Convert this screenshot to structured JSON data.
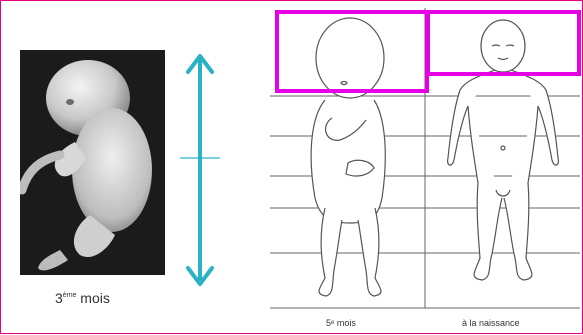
{
  "left_caption": {
    "prefix": "3",
    "sup": "ème",
    "suffix": " mois"
  },
  "labels": {
    "five_months": "5ᵉ mois",
    "birth": "à la naissance"
  },
  "colors": {
    "frame": "#e4007f",
    "highlight": "#e600e6",
    "arrow": "#2ab3c4",
    "photo_bg": "#1b1b1b"
  },
  "icons": {
    "arrow": "double-headed-vertical-arrow"
  }
}
